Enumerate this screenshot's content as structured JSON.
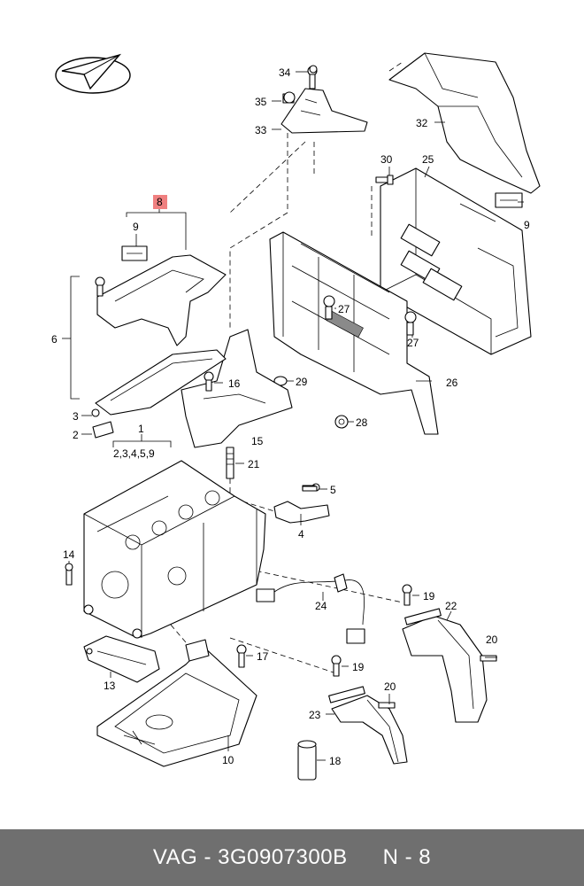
{
  "callouts": {
    "c34": "34",
    "c35": "35",
    "c33": "33",
    "c32": "32",
    "c30": "30",
    "c25": "25",
    "c9a": "9",
    "c9b": "9",
    "c8": "8",
    "c6": "6",
    "c27a": "27",
    "c27b": "27",
    "c29": "29",
    "c26": "26",
    "c28": "28",
    "c16": "16",
    "c3": "3",
    "c2": "2",
    "c15": "15",
    "c1": "1",
    "c1sub": "2,3,4,5,9",
    "c21": "21",
    "c5": "5",
    "c4": "4",
    "c14": "14",
    "c24": "24",
    "c19a": "19",
    "c22": "22",
    "c20a": "20",
    "c13": "13",
    "c17": "17",
    "c19b": "19",
    "c20b": "20",
    "c23": "23",
    "c18": "18",
    "c10": "10"
  },
  "highlight_color": "#f08080",
  "footer": {
    "brand_part": "VAG - 3G0907300B",
    "position": "N - 8",
    "background": "#6f6f6f"
  }
}
